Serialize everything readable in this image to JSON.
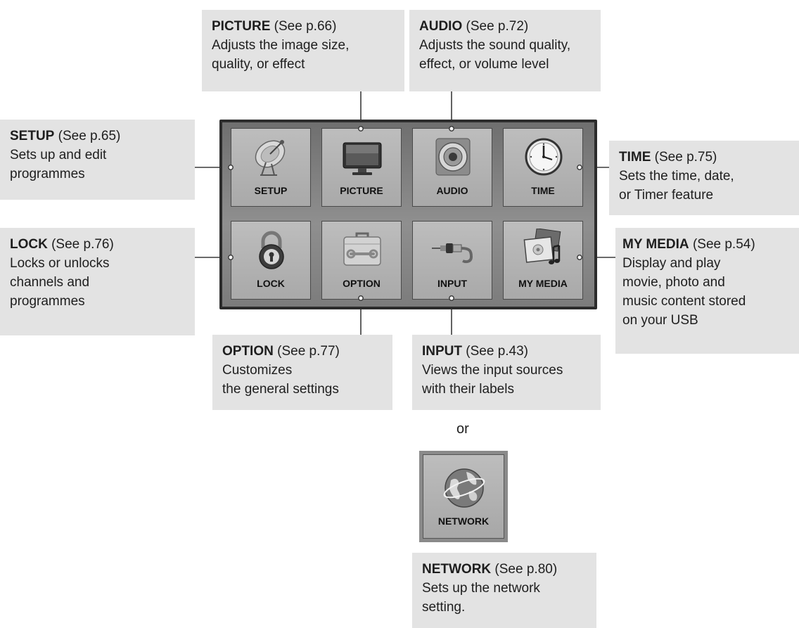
{
  "menu": {
    "tiles": [
      {
        "label": "SETUP",
        "icon": "satellite-dish-icon"
      },
      {
        "label": "PICTURE",
        "icon": "tv-monitor-icon"
      },
      {
        "label": "AUDIO",
        "icon": "speaker-icon"
      },
      {
        "label": "TIME",
        "icon": "clock-icon"
      },
      {
        "label": "LOCK",
        "icon": "padlock-icon"
      },
      {
        "label": "OPTION",
        "icon": "toolbox-icon"
      },
      {
        "label": "INPUT",
        "icon": "cable-plug-icon"
      },
      {
        "label": "MY MEDIA",
        "icon": "media-collage-icon"
      }
    ],
    "alternative_word": "or",
    "network_tile": {
      "label": "NETWORK",
      "icon": "globe-icon"
    }
  },
  "callouts": {
    "picture": {
      "title": "PICTURE",
      "ref": " (See p.66)",
      "lines": [
        "Adjusts the image size,",
        "quality, or effect"
      ]
    },
    "audio": {
      "title": "AUDIO",
      "ref": " (See p.72)",
      "lines": [
        "Adjusts the sound quality,",
        "effect, or volume level"
      ]
    },
    "setup": {
      "title": "SETUP",
      "ref": " (See p.65)",
      "lines": [
        "Sets up and edit",
        "programmes"
      ]
    },
    "time": {
      "title": "TIME",
      "ref": " (See p.75)",
      "lines": [
        "Sets the time, date,",
        "or Timer feature"
      ]
    },
    "lock": {
      "title": "LOCK",
      "ref": " (See p.76)",
      "lines": [
        "Locks or unlocks",
        "channels and",
        "programmes"
      ]
    },
    "mymedia": {
      "title": "MY MEDIA",
      "ref": " (See p.54)",
      "lines": [
        "Display and play",
        "movie, photo and",
        "music content stored",
        "on your USB"
      ]
    },
    "option": {
      "title": "OPTION",
      "ref": " (See p.77)",
      "lines": [
        "Customizes",
        "the general settings"
      ]
    },
    "input": {
      "title": "INPUT",
      "ref": " (See p.43)",
      "lines": [
        "Views the input sources",
        "with their labels"
      ]
    },
    "network": {
      "title": "NETWORK",
      "ref": " (See p.80)",
      "lines": [
        "Sets up the network",
        "setting."
      ]
    }
  },
  "colors": {
    "callout_bg": "#e3e3e3",
    "panel_border": "#2c2c2c",
    "tile_bg": "#b3b3b3",
    "connector": "#3a3a3a"
  }
}
